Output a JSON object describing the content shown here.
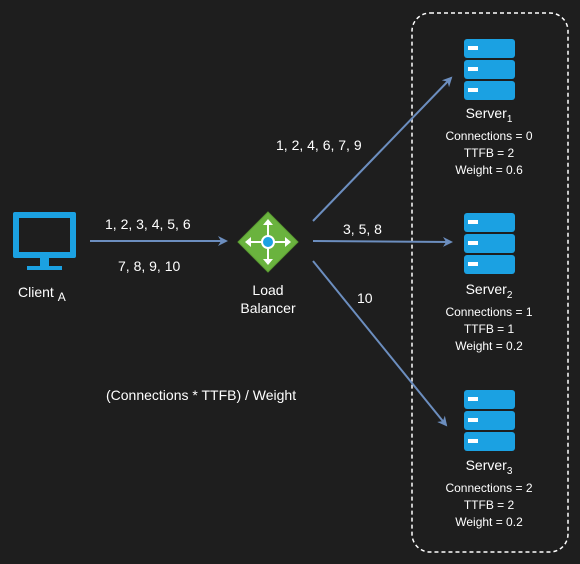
{
  "colors": {
    "background": "#1e1e1e",
    "arrow": "#6c8ebf",
    "server": "#1ba1e2",
    "monitor": "#1ba1e2",
    "balancer_green": "#6ab33e",
    "text": "#ffffff",
    "border": "#ffffff"
  },
  "client": {
    "label": "Client",
    "sub": "A",
    "icon": "monitor-icon"
  },
  "load_balancer": {
    "line1": "Load",
    "line2": "Balancer",
    "icon": "load-balancer-icon"
  },
  "flows": {
    "client_to_lb_line1": "1, 2, 3, 4, 5, 6",
    "client_to_lb_line2": "7, 8, 9, 10",
    "to_server1": "1, 2, 4, 6, 7, 9",
    "to_server2": "3, 5, 8",
    "to_server3": "10"
  },
  "formula": "(Connections * TTFB) / Weight",
  "servers": [
    {
      "name": "Server",
      "sub": "1",
      "connections": "Connections = 0",
      "ttfb": "TTFB = 2",
      "weight": "Weight = 0.6"
    },
    {
      "name": "Server",
      "sub": "2",
      "connections": "Connections = 1",
      "ttfb": "TTFB = 1",
      "weight": "Weight = 0.2"
    },
    {
      "name": "Server",
      "sub": "3",
      "connections": "Connections = 2",
      "ttfb": "TTFB = 2",
      "weight": "Weight = 0.2"
    }
  ]
}
